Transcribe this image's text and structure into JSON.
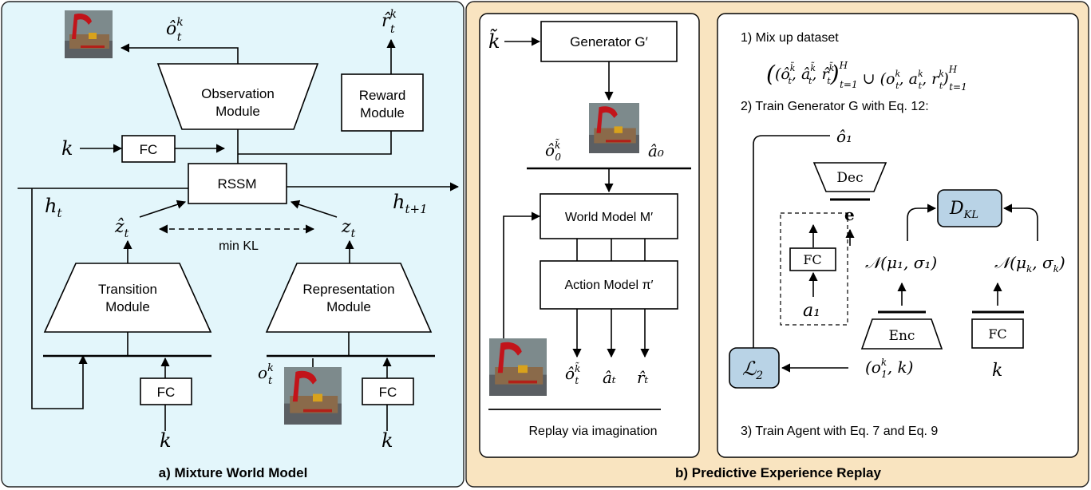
{
  "panel_a": {
    "caption": "a) Mixture World Model",
    "observation_module": [
      "Observation",
      "Module"
    ],
    "reward_module": [
      "Reward",
      "Module"
    ],
    "fc_label": "FC",
    "rssm_label": "RSSM",
    "transition_module": [
      "Transition",
      "Module"
    ],
    "representation_module": [
      "Representation",
      "Module"
    ],
    "min_kl": "min KL",
    "o_hat": "ô",
    "r_hat": "r̂",
    "sup_k": "k",
    "sub_t": "t",
    "k": "k",
    "h": "h",
    "h_next_sub": "t+1",
    "z_hat": "ẑ",
    "z": "z",
    "o": "o"
  },
  "panel_b": {
    "caption": "b) Predictive Experience Replay",
    "left": {
      "k_tilde": "k̃",
      "generator": "Generator G′",
      "o0": "ô",
      "o0_sup": "k̃",
      "o0_sub": "0",
      "a0": "â₀",
      "world_model": "World Model M′",
      "action_model": "Action Model π′",
      "ot": "ô",
      "ot_sup": "k̃",
      "ot_sub": "t",
      "at": "âₜ",
      "rt": "r̂ₜ",
      "replay": "Replay via imagination"
    },
    "right": {
      "step1": "1) Mix up dataset",
      "formula_a": "(ô",
      "formula_b": ", â",
      "formula_c": ", r̂",
      "formula_d": ")",
      "formula_e": " ∪ (o",
      "formula_f": ", a",
      "formula_g": ", r",
      "formula_h": ")",
      "ktilde": "k̃",
      "k": "k",
      "t": "t",
      "H": "H",
      "t1": "t=1",
      "step2": "2) Train Generator G with Eq. 12:",
      "o1_hat": "ô₁",
      "dec": "Dec",
      "e": "e",
      "dkl": "D",
      "dkl_sub": "KL",
      "fc": "FC",
      "a1": "a₁",
      "n1": "𝒩(μ₁, σ₁)",
      "nk": "𝒩(μ",
      "nk2": ", σ",
      "nk3": ")",
      "enc": "Enc",
      "l2": "ℒ",
      "l2_sub": "2",
      "o1k": "(o",
      "o1k2": ", k)",
      "sub1": "1",
      "step3": "3) Train Agent with Eq. 7 and Eq. 9"
    }
  },
  "colors": {
    "panel_a_bg": "#e3f6fb",
    "panel_b_bg": "#f9e4c0",
    "box_fill": "#ffffff",
    "blue_box": "#b9d3e6"
  }
}
